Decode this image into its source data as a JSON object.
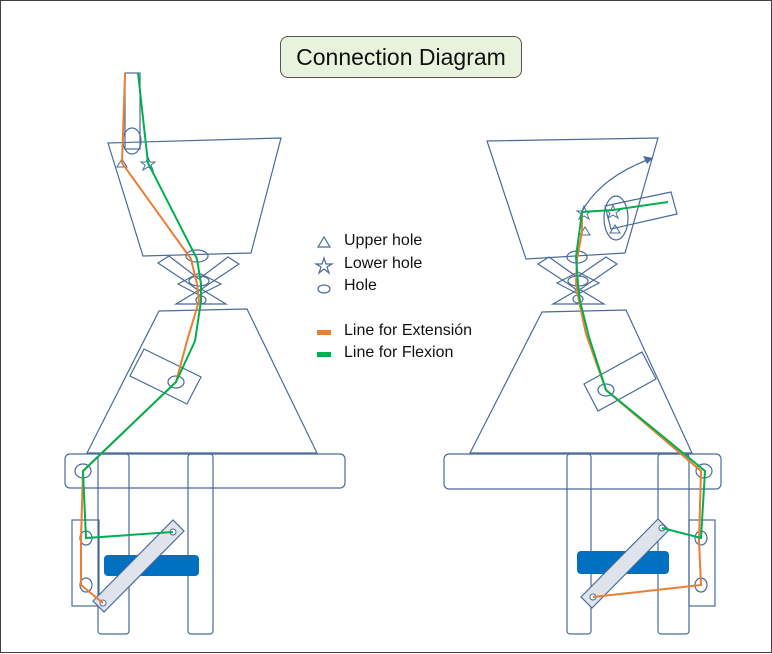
{
  "title": "Connection Diagram",
  "legend": {
    "upper_hole": "Upper hole",
    "lower_hole": "Lower hole",
    "hole": "Hole",
    "extension": "Line for Extensión",
    "flexion": "Line for Flexion"
  },
  "colors": {
    "outline": "#4a6b9a",
    "extension": "#ed7d31",
    "flexion": "#00b050",
    "block": "#0070c0",
    "bar_fill": "#dfe3ec",
    "title_bg": "#e9f2dc"
  }
}
